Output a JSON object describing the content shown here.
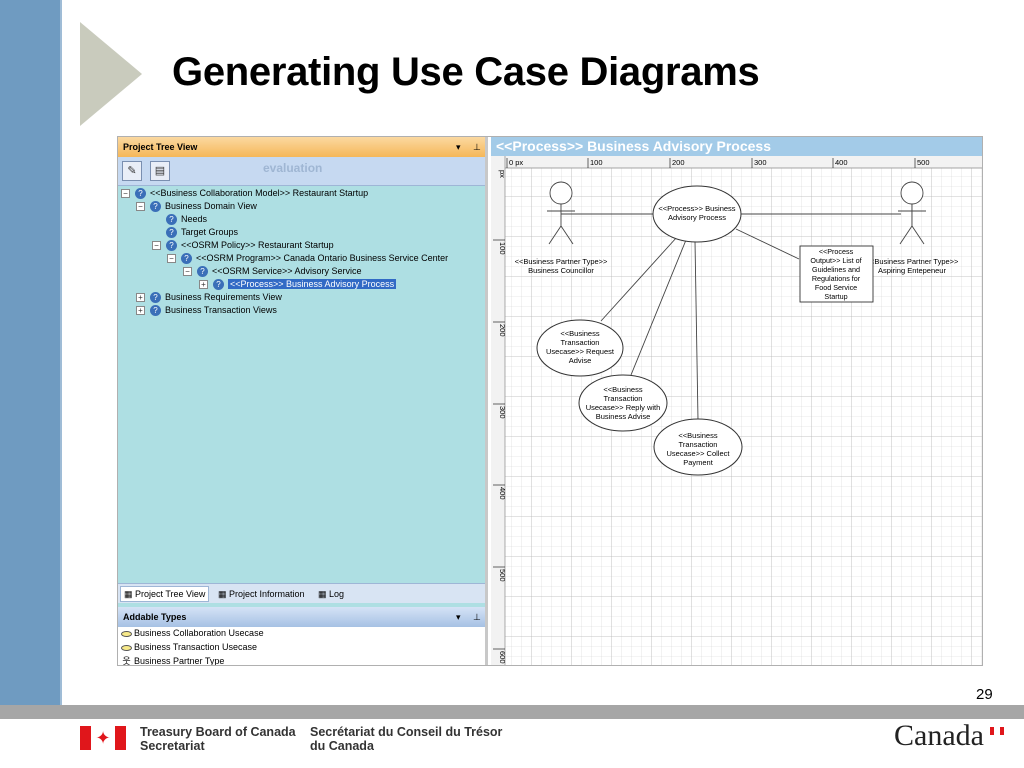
{
  "slide": {
    "title": "Generating Use Case Diagrams",
    "page_number": "29"
  },
  "footer": {
    "english_line1": "Treasury Board of Canada",
    "english_line2": "Secretariat",
    "french_line1": "Secrétariat du Conseil du Trésor",
    "french_line2": "du Canada",
    "wordmark": "Canada"
  },
  "project_tree": {
    "header_title": "Project Tree View",
    "header_dropdown": "▾",
    "header_pin": "⊥",
    "watermark": "evaluation",
    "items": [
      {
        "label": "<<Business Collaboration Model>> Restaurant Startup",
        "expander": "−"
      },
      {
        "label": "Business Domain View",
        "expander": "−"
      },
      {
        "label": "Needs",
        "expander": ""
      },
      {
        "label": "Target Groups",
        "expander": ""
      },
      {
        "label": "<<OSRM Policy>> Restaurant Startup",
        "expander": "−"
      },
      {
        "label": "<<OSRM Program>> Canada Ontario Business Service Center",
        "expander": "−"
      },
      {
        "label": "<<OSRM Service>> Advisory Service",
        "expander": "−"
      },
      {
        "label": "<<Process>> Business Advisory Process",
        "expander": "+"
      },
      {
        "label": "Business Requirements View",
        "expander": "+"
      },
      {
        "label": "Business Transaction Views",
        "expander": "+"
      }
    ]
  },
  "bottom_tabs": [
    {
      "label": "Project Tree View"
    },
    {
      "label": "Project Information"
    },
    {
      "label": "Log"
    }
  ],
  "addable_types": {
    "header_title": "Addable Types",
    "items": [
      {
        "label": "Business Collaboration Usecase"
      },
      {
        "label": "Business Transaction Usecase"
      },
      {
        "label": "Business Partner Type"
      }
    ]
  },
  "diagram": {
    "title": "<<Process>> Business Advisory Process",
    "ruler_top": [
      "0 px",
      "100",
      "200",
      "300",
      "400",
      "500"
    ],
    "ruler_left": [
      "px",
      "100",
      "200",
      "300",
      "400",
      "500",
      "600"
    ],
    "actor_left_line1": "<<Business Partner Type>>",
    "actor_left_line2": "Business Councillor",
    "actor_right_line1": "<<Business Partner Type>>",
    "actor_right_line2": "Aspiring Entepeneur",
    "main_usecase_line1": "<<Process>> Business",
    "main_usecase_line2": "Advisory Process",
    "output_line1": "<<Process",
    "output_line2": "Output>> List of",
    "output_line3": "Guidelines and",
    "output_line4": "Regulations for",
    "output_line5": "Food Service",
    "output_line6": "Startup",
    "uc1_line1": "<<Business",
    "uc1_line2": "Transaction",
    "uc1_line3": "Usecase>> Request",
    "uc1_line4": "Advise",
    "uc2_line1": "<<Business",
    "uc2_line2": "Transaction",
    "uc2_line3": "Usecase>> Reply with",
    "uc2_line4": "Business Advise",
    "uc3_line1": "<<Business",
    "uc3_line2": "Transaction",
    "uc3_line3": "Usecase>> Collect",
    "uc3_line4": "Payment"
  },
  "colors": {
    "left_bar": "#6f9bc1",
    "tree_background": "#aedfe3",
    "panel_header": "#f5b759",
    "diagram_title_bar": "#a3cbe8",
    "selection": "#316ac5"
  }
}
